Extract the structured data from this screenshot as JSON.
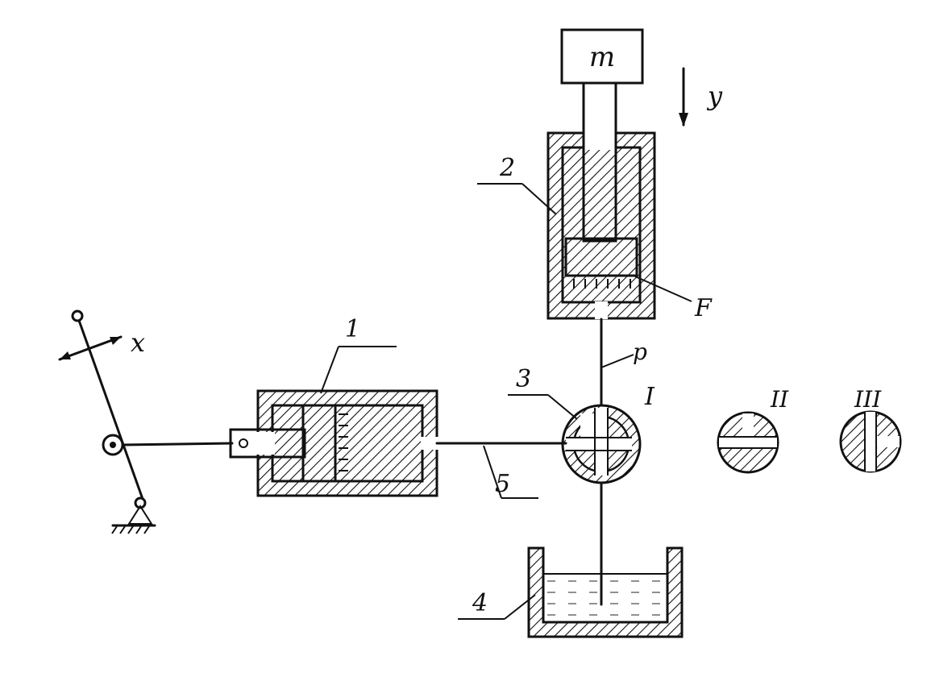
{
  "labels": {
    "mass": "m",
    "displacement_y": "y",
    "displacement_x": "x",
    "area": "F",
    "pressure": "p",
    "cylinder_1": "1",
    "cylinder_2": "2",
    "valve_3": "3",
    "tank_4": "4",
    "pipe_5": "5",
    "position_I": "I",
    "position_II": "II",
    "position_III": "III"
  }
}
